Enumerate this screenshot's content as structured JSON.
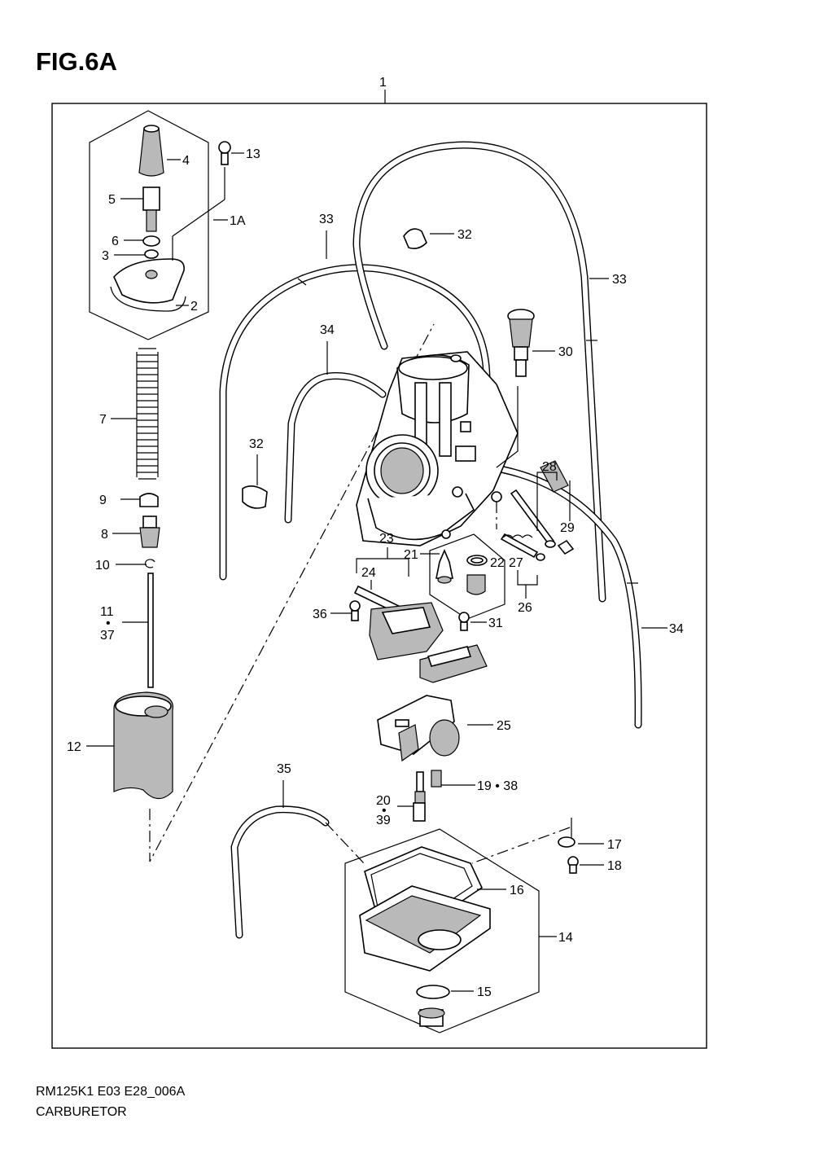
{
  "figure": {
    "title": "FIG.6A",
    "code": "RM125K1 E03 E28_006A",
    "name": "CARBURETOR"
  },
  "callouts": {
    "c1": "1",
    "c1a": "1A",
    "c2": "2",
    "c3": "3",
    "c4": "4",
    "c5": "5",
    "c6": "6",
    "c7": "7",
    "c8": "8",
    "c9": "9",
    "c10": "10",
    "c11": "11",
    "c11dot": "•",
    "c37": "37",
    "c12": "12",
    "c13": "13",
    "c14": "14",
    "c15": "15",
    "c16": "16",
    "c17": "17",
    "c18": "18",
    "c19_38": "19 • 38",
    "c20": "20",
    "c20dot": "•",
    "c39": "39",
    "c21": "21",
    "c22": "22",
    "c23": "23",
    "c24": "24",
    "c25": "25",
    "c26": "26",
    "c27": "27",
    "c28": "28",
    "c29": "29",
    "c30": "30",
    "c31": "31",
    "c32a": "32",
    "c32b": "32",
    "c33a": "33",
    "c33b": "33",
    "c34a": "34",
    "c34b": "34",
    "c35": "35",
    "c36": "36"
  }
}
